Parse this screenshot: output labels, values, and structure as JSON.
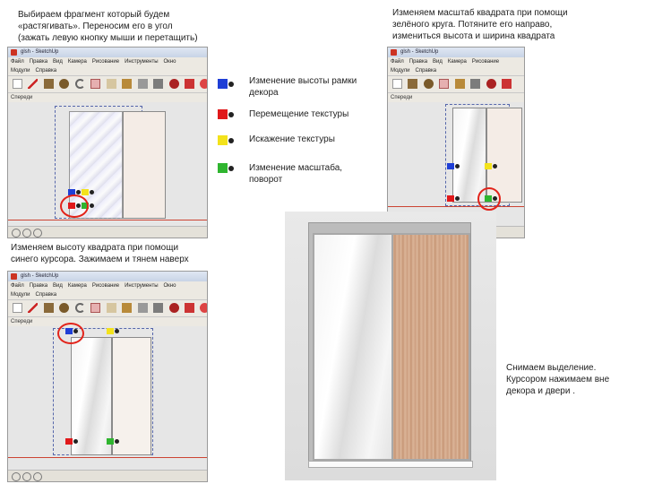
{
  "captions": {
    "top_left": [
      "Выбираем фрагмент который будем",
      "«растягивать». Переносим его в угол",
      "(зажать левую кнопку мыши и перетащить)"
    ],
    "top_right": [
      "Изменяем масштаб квадрата при помощи",
      "зелёного круга. Потяните его направо,",
      "измениться высота и ширина квадрата"
    ],
    "bottom_left": [
      "Изменяем высоту квадрата при помощи",
      "синего курсора. Зажимаем и тянем наверх"
    ],
    "final": [
      "Снимаем выделение.",
      "Курсором нажимаем вне",
      "декора и двери ."
    ]
  },
  "legend": [
    {
      "label": [
        "Изменение высоты рамки",
        "декора"
      ],
      "color": "#1f3fd6",
      "icon": "blue-pin-icon"
    },
    {
      "label": [
        "Перемещение текстуры"
      ],
      "color": "#e0191b",
      "icon": "red-pin-icon"
    },
    {
      "label": [
        "Искажение текстуры"
      ],
      "color": "#f3e21b",
      "icon": "yellow-pin-icon"
    },
    {
      "label": [
        "Изменение масштаба,",
        "поворот"
      ],
      "color": "#2fb52f",
      "icon": "green-pin-icon"
    }
  ],
  "window": {
    "title": "glsh - SketchUp",
    "menu": [
      "Файл",
      "Правка",
      "Вид",
      "Камера",
      "Рисование",
      "Инструменты",
      "Окно",
      "Модули",
      "Справка"
    ],
    "view_label": "Спереди"
  }
}
